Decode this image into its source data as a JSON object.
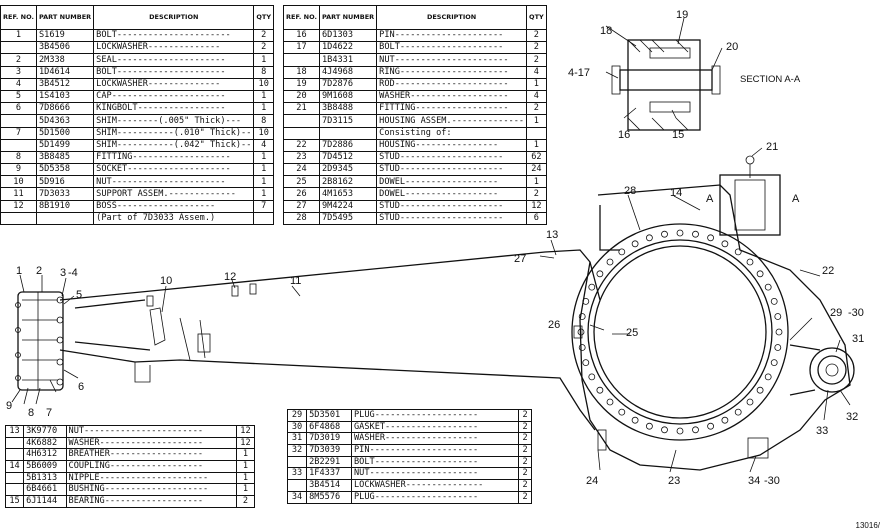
{
  "headers": {
    "ref": "REF. NO.",
    "part": "PART NUMBER",
    "desc": "DESCRIPTION",
    "qty": "QTY"
  },
  "table1": [
    {
      "ref": "1",
      "part": "S1619",
      "desc": "BOLT----------------------",
      "qty": "2"
    },
    {
      "ref": "",
      "part": "3B4506",
      "desc": "LOCKWASHER--------------",
      "qty": "2"
    },
    {
      "ref": "2",
      "part": "2M338",
      "desc": "SEAL---------------------",
      "qty": "1"
    },
    {
      "ref": "3",
      "part": "1D4614",
      "desc": "BOLT---------------------",
      "qty": "8"
    },
    {
      "ref": "4",
      "part": "3B4512",
      "desc": "LOCKWASHER--------------",
      "qty": "10"
    },
    {
      "ref": "5",
      "part": "1S4103",
      "desc": "CAP----------------------",
      "qty": "1"
    },
    {
      "ref": "6",
      "part": "7D8666",
      "desc": "KINGBOLT-----------------",
      "qty": "1"
    },
    {
      "ref": "",
      "part": "5D4363",
      "desc": "SHIM--------(.005\" Thick)---",
      "qty": "8"
    },
    {
      "ref": "7",
      "part": "5D1500",
      "desc": "SHIM-----------(.010\" Thick)--",
      "qty": "10"
    },
    {
      "ref": "",
      "part": "5D1499",
      "desc": "SHIM-----------(.042\" Thick)--",
      "qty": "4"
    },
    {
      "ref": "8",
      "part": "3B8485",
      "desc": "FITTING-------------------",
      "qty": "1"
    },
    {
      "ref": "9",
      "part": "5D5358",
      "desc": "SOCKET--------------------",
      "qty": "1"
    },
    {
      "ref": "10",
      "part": "5D916",
      "desc": "NUT----------------------",
      "qty": "1"
    },
    {
      "ref": "11",
      "part": "7D3033",
      "desc": "SUPPORT ASSEM.-------------",
      "qty": "1"
    },
    {
      "ref": "12",
      "part": "8B1910",
      "desc": "BOSS-------------------",
      "qty": "7"
    },
    {
      "ref": "",
      "part": "",
      "desc": "(Part of 7D3033 Assem.)",
      "qty": ""
    }
  ],
  "table2": [
    {
      "ref": "16",
      "part": "6D1303",
      "desc": "PIN---------------------",
      "qty": "2"
    },
    {
      "ref": "17",
      "part": "1D4622",
      "desc": "BOLT--------------------",
      "qty": "2"
    },
    {
      "ref": "",
      "part": "1B4331",
      "desc": "NUT----------------------",
      "qty": "2"
    },
    {
      "ref": "18",
      "part": "4J4968",
      "desc": "RING---------------------",
      "qty": "4"
    },
    {
      "ref": "19",
      "part": "7D2876",
      "desc": "ROD----------------------",
      "qty": "1"
    },
    {
      "ref": "20",
      "part": "9M1608",
      "desc": "WASHER-------------------",
      "qty": "4"
    },
    {
      "ref": "21",
      "part": "3B8488",
      "desc": "FITTING------------------",
      "qty": "2"
    },
    {
      "ref": "",
      "part": "7D3115",
      "desc": "HOUSING ASSEM.--------------",
      "qty": "1"
    },
    {
      "ref": "",
      "part": "",
      "desc": "Consisting of:",
      "qty": ""
    },
    {
      "ref": "22",
      "part": "7D2886",
      "desc": "HOUSING----------------",
      "qty": "1"
    },
    {
      "ref": "23",
      "part": "7D4512",
      "desc": "STUD--------------------",
      "qty": "62"
    },
    {
      "ref": "24",
      "part": "2D9345",
      "desc": "STUD--------------------",
      "qty": "24"
    },
    {
      "ref": "25",
      "part": "2B8162",
      "desc": "DOWEL------------------",
      "qty": "1"
    },
    {
      "ref": "26",
      "part": "4M1653",
      "desc": "DOWEL------------------",
      "qty": "2"
    },
    {
      "ref": "27",
      "part": "9M4224",
      "desc": "STUD--------------------",
      "qty": "12"
    },
    {
      "ref": "28",
      "part": "7D5495",
      "desc": "STUD--------------------",
      "qty": "6"
    }
  ],
  "table3": [
    {
      "ref": "13",
      "part": "3K9770",
      "desc": "NUT-----------------------",
      "qty": "12"
    },
    {
      "ref": "",
      "part": "4K6882",
      "desc": "WASHER--------------------",
      "qty": "12"
    },
    {
      "ref": "",
      "part": "4H6312",
      "desc": "BREATHER------------------",
      "qty": "1"
    },
    {
      "ref": "14",
      "part": "5B6009",
      "desc": "COUPLING------------------",
      "qty": "1"
    },
    {
      "ref": "",
      "part": "5B1313",
      "desc": "NIPPLE---------------------",
      "qty": "1"
    },
    {
      "ref": "",
      "part": "6B4661",
      "desc": "BUSHING--------------------",
      "qty": "1"
    },
    {
      "ref": "15",
      "part": "6J1144",
      "desc": "BEARING-------------------",
      "qty": "2"
    }
  ],
  "table4": [
    {
      "ref": "29",
      "part": "5D3501",
      "desc": "PLUG--------------------",
      "qty": "2"
    },
    {
      "ref": "30",
      "part": "6F4868",
      "desc": "GASKET------------------",
      "qty": "2"
    },
    {
      "ref": "31",
      "part": "7D3019",
      "desc": "WASHER------------------",
      "qty": "2"
    },
    {
      "ref": "32",
      "part": "7D3039",
      "desc": "PIN---------------------",
      "qty": "2"
    },
    {
      "ref": "",
      "part": "2B2291",
      "desc": "BOLT--------------------",
      "qty": "2"
    },
    {
      "ref": "33",
      "part": "1F4337",
      "desc": "NUT---------------------",
      "qty": "2"
    },
    {
      "ref": "",
      "part": "3B4514",
      "desc": "LOCKWASHER---------------",
      "qty": "2"
    },
    {
      "ref": "34",
      "part": "8M5576",
      "desc": "PLUG--------------------",
      "qty": "2"
    }
  ],
  "section_label": "SECTION A-A",
  "callouts": {
    "c1": "1",
    "c2": "2",
    "c3": "3",
    "c4": "-4",
    "c5": "5",
    "c6": "6",
    "c7": "7",
    "c8": "8",
    "c9": "9",
    "c10": "10",
    "c11": "11",
    "c12": "12",
    "c13": "13",
    "c14": "14",
    "c15": "15",
    "c16": "16",
    "c417": "4-17",
    "c18": "18",
    "c19": "19",
    "c20": "20",
    "c21": "21",
    "c22": "22",
    "c23": "23",
    "c24": "24",
    "c25": "25",
    "c26": "26",
    "c27": "27",
    "c28": "28",
    "c29": "29",
    "c30a": "-30",
    "c30b": "-30",
    "c31": "31",
    "c32": "32",
    "c33": "33",
    "c34": "34",
    "a1": "A",
    "a2": "A"
  },
  "figure_id": "13016/"
}
